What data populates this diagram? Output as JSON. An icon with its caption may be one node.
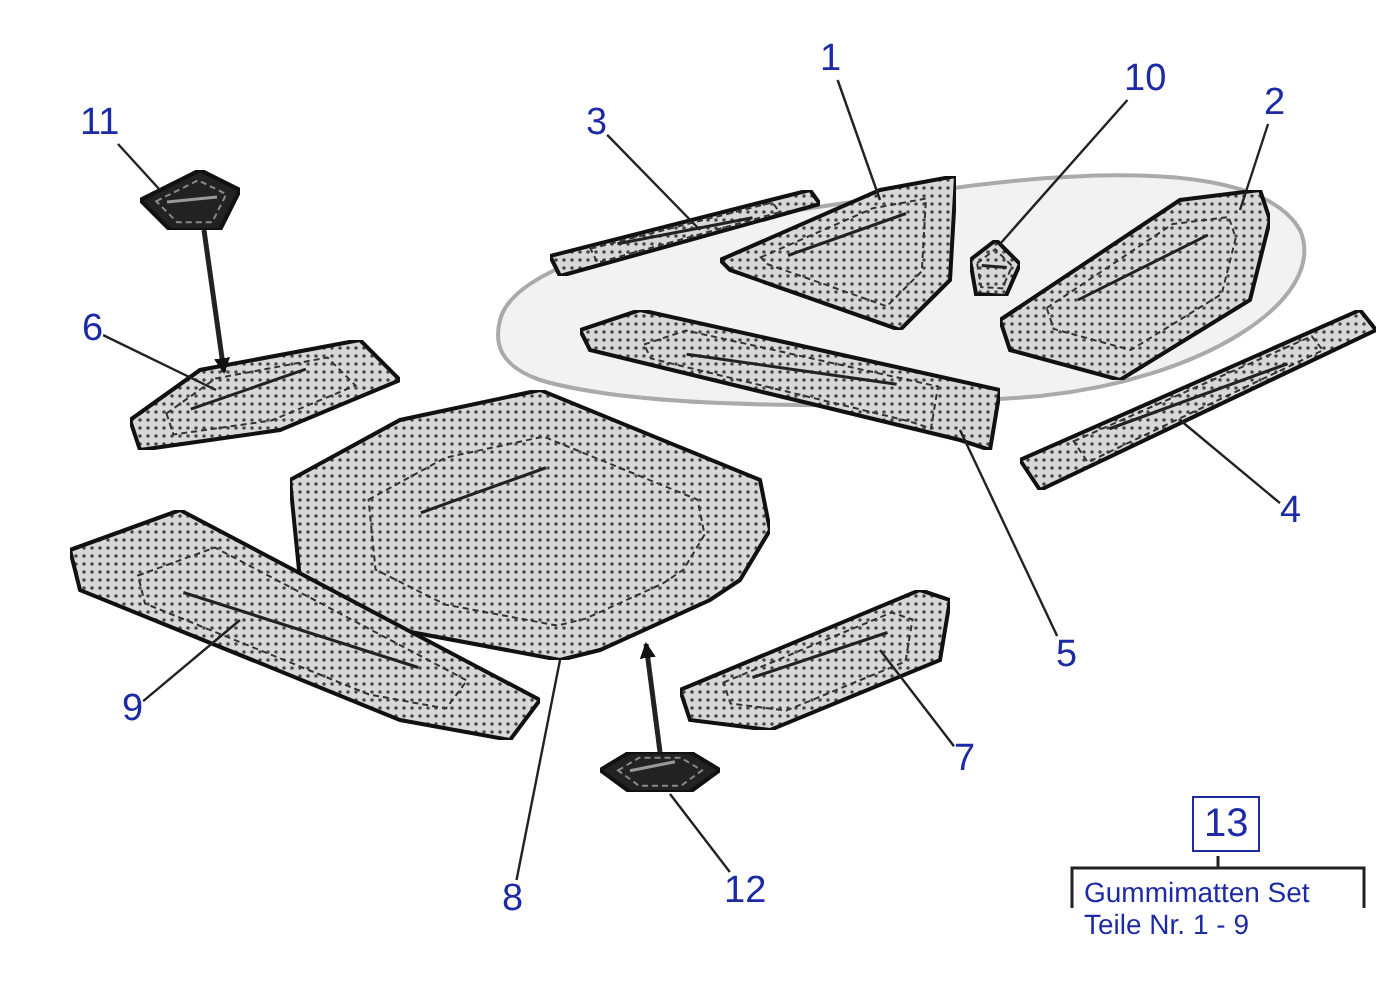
{
  "diagram": {
    "nodes": [
      {
        "text": [
          "1"
        ]
      },
      {
        "text": [
          "2"
        ]
      },
      {
        "text": [
          "3"
        ]
      },
      {
        "text": [
          "4"
        ]
      },
      {
        "text": [
          "5"
        ]
      },
      {
        "text": [
          "6"
        ]
      },
      {
        "text": [
          "7"
        ]
      },
      {
        "text": [
          "8"
        ]
      },
      {
        "text": [
          "9"
        ]
      },
      {
        "text": [
          "10"
        ]
      },
      {
        "text": [
          "11"
        ]
      },
      {
        "text": [
          "12"
        ]
      },
      {
        "text": [
          "13"
        ],
        "beside": [
          "Gummimatten Set Teile Nr. 1 - 9"
        ]
      },
      {
        "text": [],
        "shape": "picture"
      },
      {
        "text": [],
        "shape": "picture"
      },
      {
        "text": [],
        "shape": "picture"
      },
      {
        "text": [],
        "shape": "picture"
      },
      {
        "text": [],
        "shape": "picture"
      },
      {
        "text": [],
        "shape": "picture"
      },
      {
        "text": [],
        "shape": "picture"
      },
      {
        "text": [],
        "shape": "picture"
      },
      {
        "text": [],
        "shape": "picture"
      },
      {
        "text": [],
        "shape": "picture"
      },
      {
        "text": [],
        "shape": "picture"
      },
      {
        "text": [],
        "shape": "picture"
      }
    ],
    "edges": [
      {
        "from": 0,
        "to": 13,
        "arrow": "none"
      },
      {
        "from": 1,
        "to": 14,
        "arrow": "none"
      },
      {
        "from": 2,
        "to": 15,
        "arrow": "none"
      },
      {
        "from": 3,
        "to": 16,
        "arrow": "none"
      },
      {
        "from": 4,
        "to": 17,
        "arrow": "none"
      },
      {
        "from": 5,
        "to": 18,
        "arrow": "none"
      },
      {
        "from": 6,
        "to": 19,
        "arrow": "none"
      },
      {
        "from": 7,
        "to": 20,
        "arrow": "none"
      },
      {
        "from": 8,
        "to": 21,
        "arrow": "none"
      },
      {
        "from": 9,
        "to": 22,
        "arrow": "none"
      },
      {
        "from": 10,
        "to": 23,
        "arrow": "none"
      },
      {
        "from": 11,
        "to": 24,
        "arrow": "none"
      },
      {
        "from": 23,
        "to": 18,
        "arrow": "to"
      },
      {
        "from": 24,
        "to": 20,
        "arrow": "to"
      }
    ]
  }
}
